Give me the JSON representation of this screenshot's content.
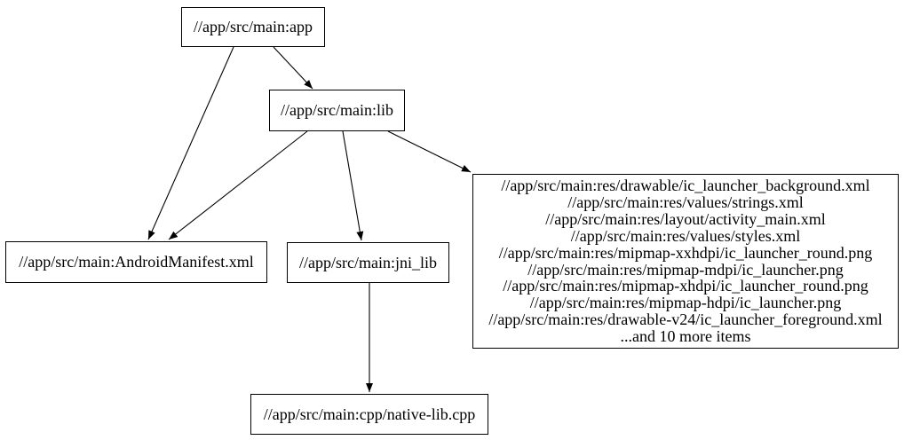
{
  "colors": {
    "background": "#ffffff",
    "node_border": "#000000",
    "edge": "#000000",
    "text": "#000000"
  },
  "nodes": {
    "app": {
      "label": "//app/src/main:app"
    },
    "lib": {
      "label": "//app/src/main:lib"
    },
    "android_manifest": {
      "label": "//app/src/main:AndroidManifest.xml"
    },
    "jni_lib": {
      "label": "//app/src/main:jni_lib"
    },
    "res_files": {
      "lines": [
        "//app/src/main:res/drawable/ic_launcher_background.xml",
        "//app/src/main:res/values/strings.xml",
        "//app/src/main:res/layout/activity_main.xml",
        "//app/src/main:res/values/styles.xml",
        "//app/src/main:res/mipmap-xxhdpi/ic_launcher_round.png",
        "//app/src/main:res/mipmap-mdpi/ic_launcher.png",
        "//app/src/main:res/mipmap-xhdpi/ic_launcher_round.png",
        "//app/src/main:res/mipmap-hdpi/ic_launcher.png",
        "//app/src/main:res/drawable-v24/ic_launcher_foreground.xml",
        "...and 10 more items"
      ]
    },
    "native_cpp": {
      "label": "//app/src/main:cpp/native-lib.cpp"
    }
  },
  "edges": [
    {
      "from": "app",
      "to": "android_manifest"
    },
    {
      "from": "app",
      "to": "lib"
    },
    {
      "from": "lib",
      "to": "android_manifest"
    },
    {
      "from": "lib",
      "to": "jni_lib"
    },
    {
      "from": "lib",
      "to": "res_files"
    },
    {
      "from": "jni_lib",
      "to": "native_cpp"
    }
  ]
}
